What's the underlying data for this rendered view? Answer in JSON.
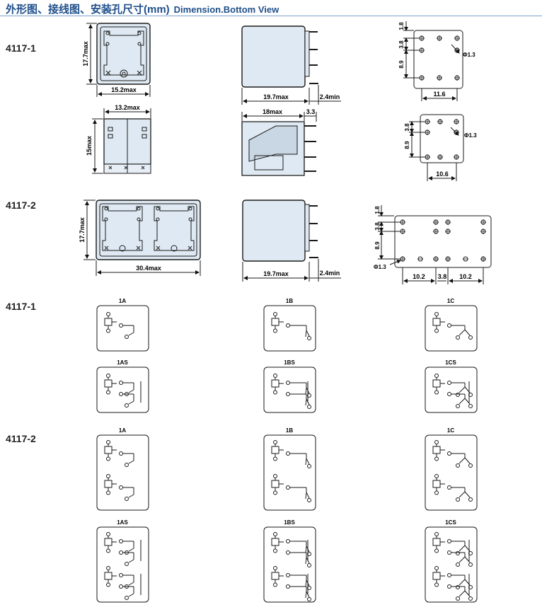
{
  "header": {
    "title_cn": "外形图、接线图、安装孔尺寸(mm)",
    "title_en": "Dimension.Bottom View"
  },
  "models": {
    "m1_dims": "4117-1",
    "m2_dims": "4117-2",
    "m1_wiring": "4117-1",
    "m2_wiring": "4117-2"
  },
  "dims": {
    "d17_7max": "17.7max",
    "d15_2max": "15.2max",
    "d19_7max": "19.7max",
    "d2_4min": "2.4min",
    "d13_2max": "13.2max",
    "d15max": "15max",
    "d18max": "18max",
    "d3_3": "3.3",
    "d30_4max": "30.4max",
    "d1_8": "1.8",
    "d3_8": "3.8",
    "d8_9": "8.9",
    "d11_6": "11.6",
    "d10_6": "10.6",
    "d10_2": "10.2",
    "phi1_3": "Φ1.3"
  },
  "wiring": {
    "s1_1a": "1A",
    "s1_1b": "1B",
    "s1_1c": "1C",
    "s1_1as": "1AS",
    "s1_1bs": "1BS",
    "s1_1cs": "1CS",
    "s2_1a": "1A",
    "s2_1b": "1B",
    "s2_1c": "1C",
    "s2_1as": "1AS",
    "s2_1bs": "1BS",
    "s2_1cs": "1CS"
  },
  "colors": {
    "title": "#1f4f8a",
    "relay_fill": "#dfe9f3",
    "outline": "#1a1a1a"
  }
}
